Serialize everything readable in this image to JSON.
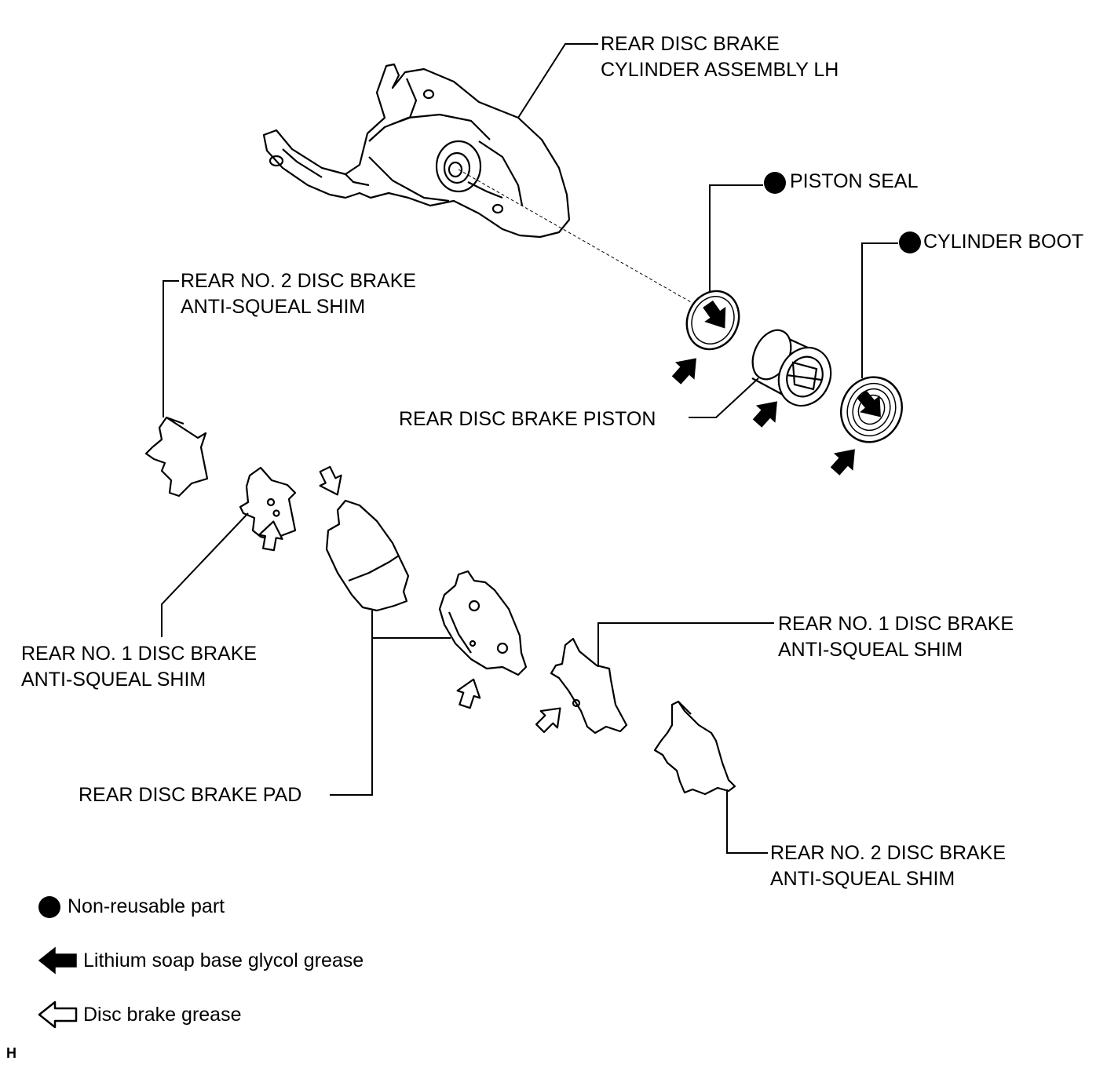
{
  "labels": {
    "caliper": [
      "REAR DISC BRAKE",
      "CYLINDER ASSEMBLY LH"
    ],
    "piston_seal": "PISTON SEAL",
    "cylinder_boot": "CYLINDER BOOT",
    "piston": "REAR DISC BRAKE PISTON",
    "shim2_upper": [
      "REAR NO. 2 DISC BRAKE",
      "ANTI-SQUEAL SHIM"
    ],
    "shim1_left": [
      "REAR NO. 1 DISC BRAKE",
      "ANTI-SQUEAL SHIM"
    ],
    "brake_pad": "REAR DISC BRAKE PAD",
    "shim1_right": [
      "REAR NO. 1 DISC BRAKE",
      "ANTI-SQUEAL SHIM"
    ],
    "shim2_lower": [
      "REAR NO. 2 DISC BRAKE",
      "ANTI-SQUEAL SHIM"
    ]
  },
  "legend": {
    "non_reusable": "Non-reusable part",
    "lithium_grease": "Lithium soap base glycol grease",
    "disc_grease": "Disc brake grease"
  },
  "corner_mark": "H",
  "icons": {
    "non_reusable": "filled-circle-icon",
    "lithium_grease": "solid-arrow-icon",
    "disc_grease": "outline-arrow-icon"
  }
}
